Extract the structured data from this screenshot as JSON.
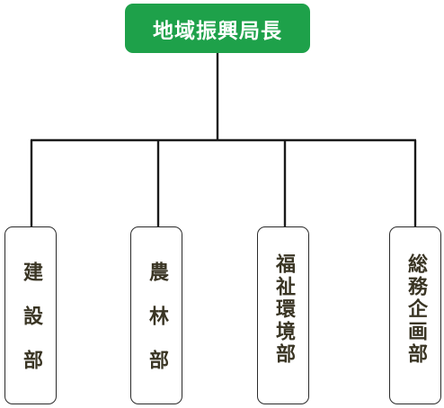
{
  "root": {
    "label": "地域振興局長"
  },
  "departments": [
    {
      "label": "建設部"
    },
    {
      "label": "農林部"
    },
    {
      "label": "福祉環境部"
    },
    {
      "label": "総務企画部"
    }
  ],
  "colors": {
    "root_fill": "#1ea14a",
    "root_text": "#ffffff",
    "line": "#1a1a1a",
    "dept_text": "#3a3524"
  }
}
